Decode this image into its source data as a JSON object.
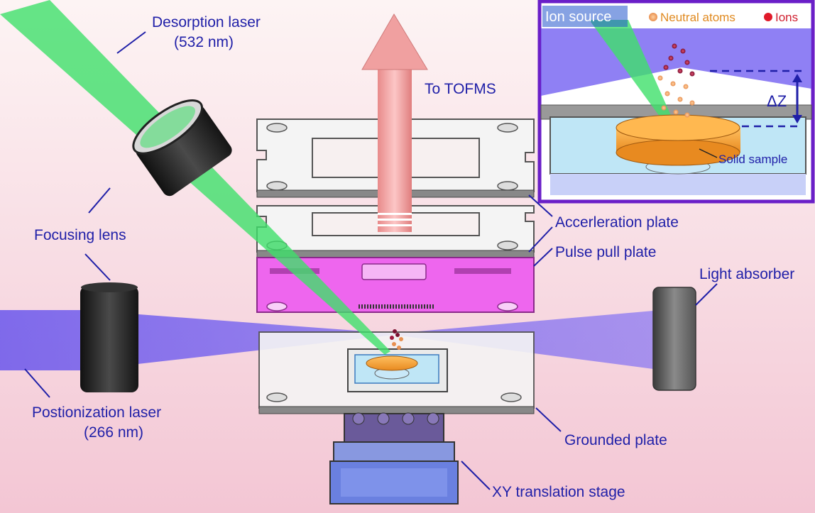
{
  "labels": {
    "desorption_laser_line1": "Desorption laser",
    "desorption_laser_line2": "(532 nm)",
    "to_tofms": "To TOFMS",
    "focusing_lens": "Focusing lens",
    "acceleration_plate": "Accerleration plate",
    "pulse_pull_plate": "Pulse pull plate",
    "light_absorber": "Light absorber",
    "postionization_laser_line1": "Postionization laser",
    "postionization_laser_line2": "(266 nm)",
    "grounded_plate": "Grounded plate",
    "xy_stage": "XY translation stage"
  },
  "inset": {
    "title": "Ion source",
    "legend_neutral": "Neutral atoms",
    "legend_ions": "Ions",
    "delta_z": "ΔZ",
    "solid_sample": "Solid sample"
  },
  "colors": {
    "label_text": "#1f1fa8",
    "desorption_beam": "#3fe06a",
    "postionization_beam": "#6a55f0",
    "arrow": "#f29a9a",
    "pulse_plate": "#ee66ee",
    "inset_border": "#6a1fc8",
    "sample": "#f5a030",
    "ion_dot": "#a01a40",
    "neutral_dot": "#f2b070"
  }
}
